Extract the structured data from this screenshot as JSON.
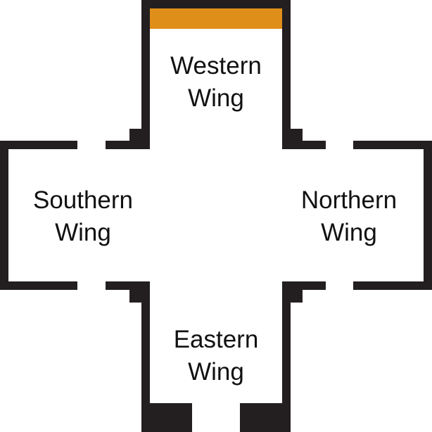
{
  "colors": {
    "wall": "#231f20",
    "accent": "#e08e1a",
    "background": "#ffffff"
  },
  "wings": {
    "western": {
      "line1": "Western",
      "line2": "Wing"
    },
    "southern": {
      "line1": "Southern",
      "line2": "Wing"
    },
    "northern": {
      "line1": "Northern",
      "line2": "Wing"
    },
    "eastern": {
      "line1": "Eastern",
      "line2": "Wing"
    }
  }
}
